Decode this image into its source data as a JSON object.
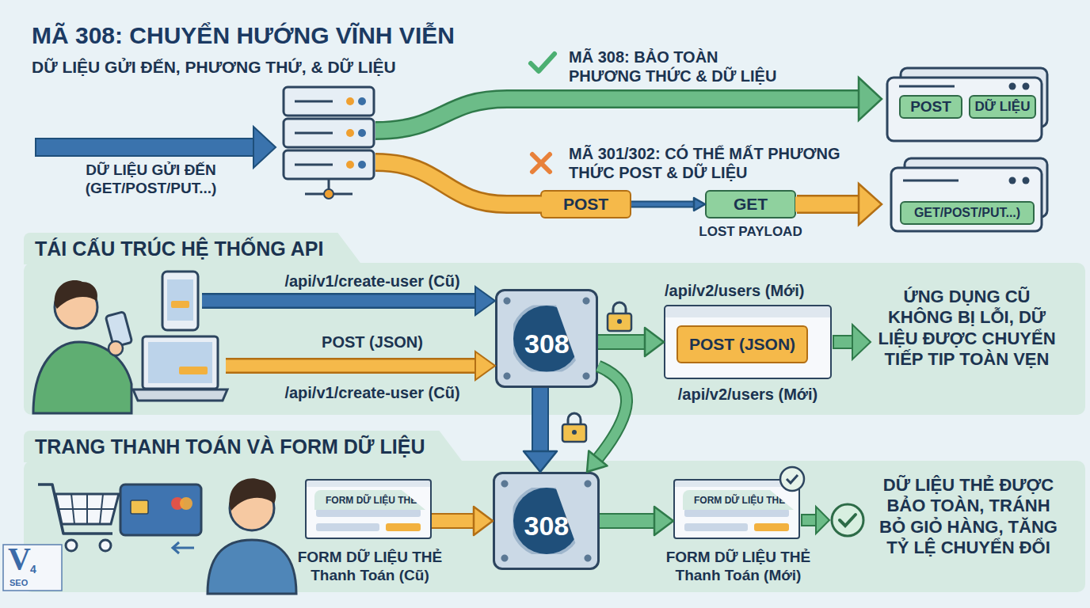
{
  "diagram": {
    "title": "MÃ 308: CHUYỂN HƯỚNG VĨNH VIỄN",
    "nodes": [
      {
        "text": [
          "POST"
        ]
      },
      {
        "text": [
          "DỮ LIỆU"
        ]
      },
      {
        "text": [
          "POST"
        ]
      },
      {
        "text": [
          "GET"
        ]
      },
      {
        "text": [
          "GET/POST/PUT...)"
        ]
      },
      {
        "text": [
          "TÁI CẤU TRÚC HỆ THỐNG API"
        ]
      },
      {
        "text": [
          "308"
        ],
        "in": 5
      },
      {
        "text": [
          "/api/v2/users (Mới)",
          "POST (JSON)"
        ],
        "in": 5
      },
      {
        "text": [
          "TRANG THANH TOÁN VÀ FORM DỮ LIỆU"
        ]
      },
      {
        "text": [
          "FORM DỮ LIỆU THẺ",
          "FORM DỮ LIỆU THẺ Thanh Toán (Cũ)"
        ],
        "in": 8
      },
      {
        "text": [
          "308"
        ],
        "in": 8
      },
      {
        "text": [
          "FORM DỮ LIỆU THẺ",
          "FORM DỮ LIỆU THẺ Thanh Toán (Mới)"
        ],
        "in": 8
      }
    ],
    "edges": [
      {
        "from": 2,
        "to": 3,
        "arrow": "to"
      },
      {
        "from": 6,
        "to": 7,
        "arrow": "to"
      },
      {
        "from": 6,
        "to": 10,
        "arrow": "to"
      },
      {
        "from": 6,
        "to": 10,
        "arrow": "to"
      },
      {
        "from": 9,
        "to": 10,
        "arrow": "to"
      },
      {
        "from": 10,
        "to": 11,
        "arrow": "to"
      }
    ],
    "labels": [
      "DỮ LIỆU GỬI ĐẾN, PHƯƠNG THỨ, & DỮ LIỆU",
      "DỮ LIỆU GỬI ĐẾN (GET/POST/PUT...)",
      "MÃ 308: BẢO TOÀN PHƯƠNG THỨC & DỮ LIỆU",
      "MÃ 301/302: CÓ THỂ MẤT PHƯƠNG THỨC POST & DỮ LIỆU",
      "LOST PAYLOAD",
      "/api/v1/create-user (Cũ)",
      "POST (JSON)",
      "/api/v1/create-user (Cũ)",
      "/api/v2/users (Mới)",
      "ỨNG DỤNG CŨ KHÔNG BỊ LỖI, DỮ LIỆU ĐƯỢC CHUYỂN TIẾP TIP TOÀN VẸN",
      "DỮ LIỆU THẺ ĐƯỢC BẢO TOÀN, TRÁNH BỎ GIỎ HÀNG, TĂNG TỶ LỆ CHUYỂN ĐỔI",
      "V",
      "4",
      "SEO"
    ]
  }
}
